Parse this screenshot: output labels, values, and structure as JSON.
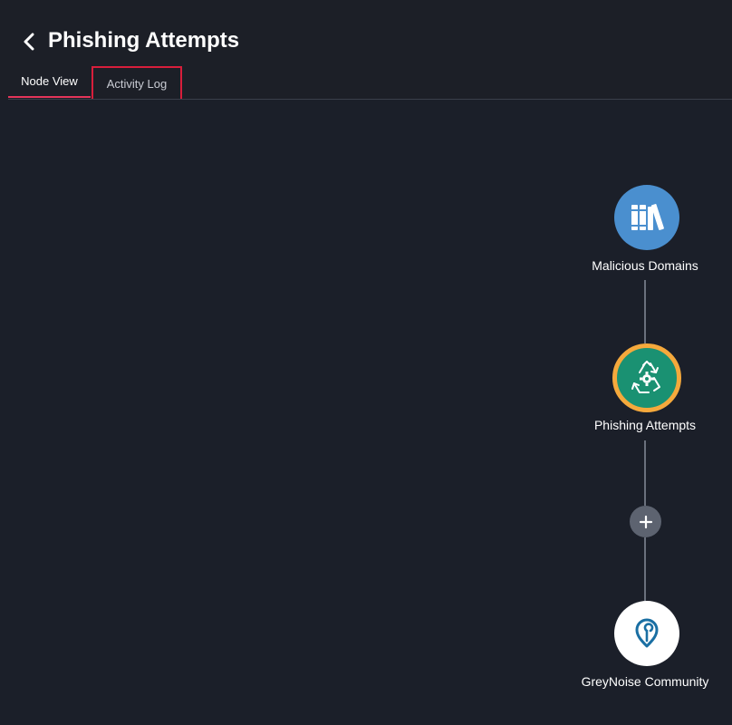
{
  "header": {
    "title": "Phishing Attempts",
    "back_icon": "chevron-left-icon"
  },
  "tabs": [
    {
      "label": "Node View",
      "active": true
    },
    {
      "label": "Activity Log",
      "active": false,
      "highlighted": true
    }
  ],
  "colors": {
    "background": "#1b1f29",
    "active_tab_underline": "#e4355a",
    "highlight_box": "#d81e3b",
    "node_blue": "#4a8fcf",
    "node_green": "#1a9172",
    "node_ring": "#f5a93c",
    "add_button": "#5d6370",
    "connector": "#6b717d"
  },
  "flow": {
    "nodes": [
      {
        "label": "Malicious Domains",
        "icon": "books-icon",
        "selected": false
      },
      {
        "label": "Phishing Attempts",
        "icon": "recycle-gear-icon",
        "selected": true
      },
      {
        "label": "GreyNoise Community",
        "icon": "greynoise-logo-icon",
        "selected": false
      }
    ],
    "add_button_icon": "plus-icon"
  }
}
